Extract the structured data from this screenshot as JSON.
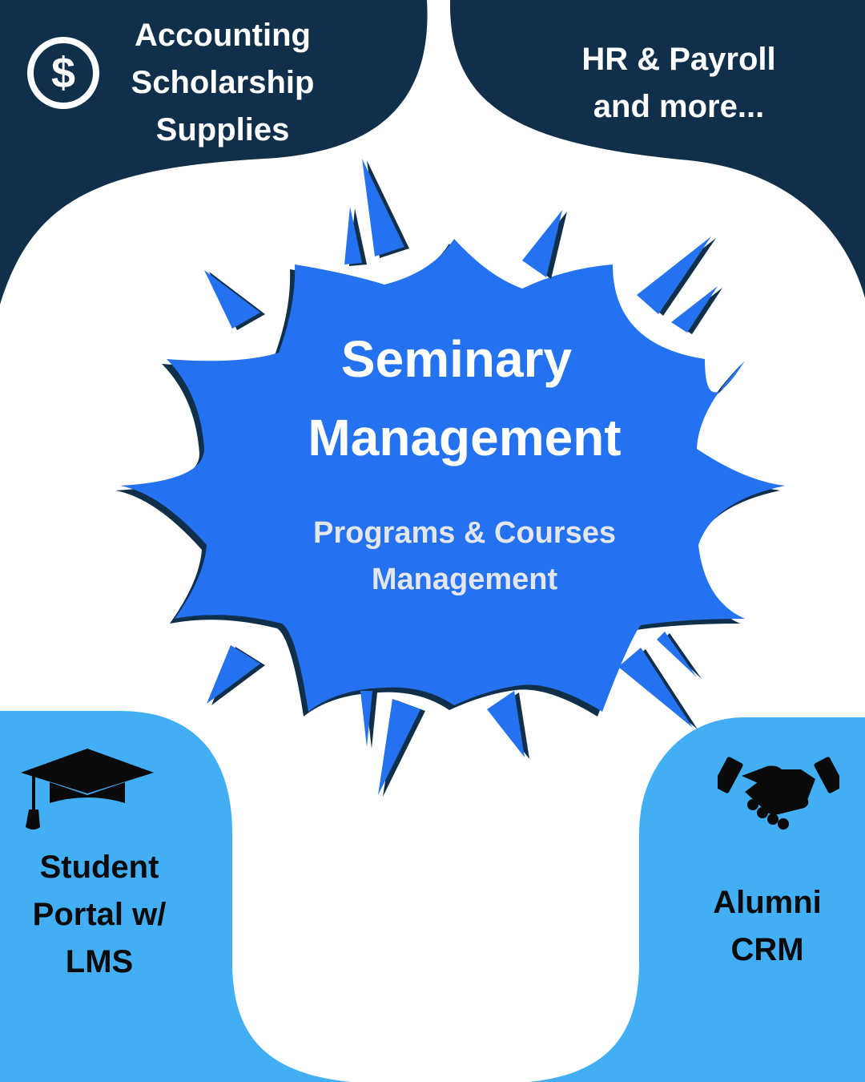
{
  "center": {
    "title_lines": [
      "Seminary",
      "Management"
    ],
    "subtitle_lines": [
      "Programs & Courses",
      "Management"
    ]
  },
  "top_left": {
    "lines": [
      "Accounting",
      "Scholarship",
      "Supplies"
    ],
    "icon": "dollar-circle-icon"
  },
  "top_right": {
    "lines": [
      "HR & Payroll",
      "and more..."
    ]
  },
  "bottom_left": {
    "lines": [
      "Student",
      "Portal w/",
      "LMS"
    ],
    "icon": "graduation-cap-icon"
  },
  "bottom_right": {
    "lines": [
      "Alumni",
      "CRM"
    ],
    "icon": "handshake-icon"
  },
  "colors": {
    "navy": "#0f2f4a",
    "burst_blue": "#2472f0",
    "light_blue": "#42aff5",
    "white": "#ffffff",
    "black": "#0a0a0a"
  }
}
